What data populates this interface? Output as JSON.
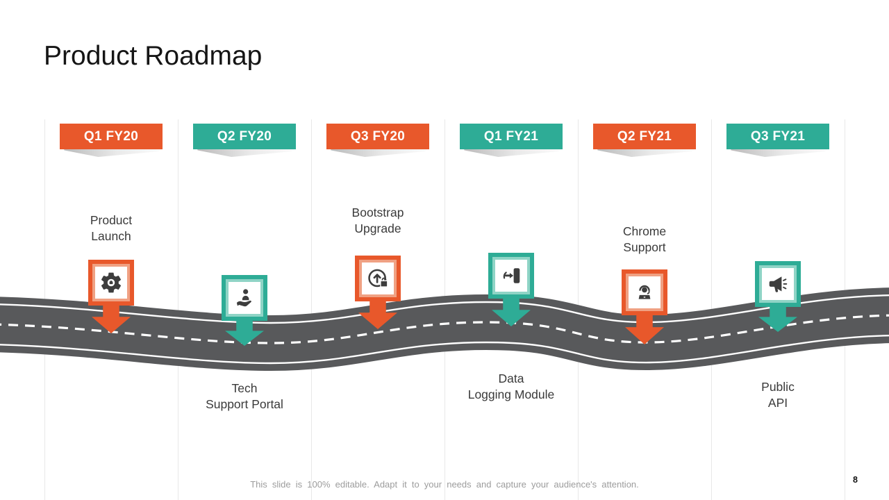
{
  "slide": {
    "title": "Product Roadmap",
    "footer": "This slide is 100% editable. Adapt it to your needs and capture your audience's attention.",
    "page_number": "8"
  },
  "colors": {
    "orange": "#E8582B",
    "orange_light": "#F0A183",
    "teal": "#2EAC96",
    "teal_light": "#8FD4C6",
    "road_gray": "#58595B",
    "road_markings": "#FFFFFF",
    "label_text": "#3A3A3A",
    "footer_text": "#9C9C9C"
  },
  "milestones": [
    {
      "quarter": "Q1 FY20",
      "theme": "orange",
      "label_line1": "Product",
      "label_line2": "Launch",
      "label_position": "above",
      "icon": "gear-icon"
    },
    {
      "quarter": "Q2 FY20",
      "theme": "teal",
      "label_line1": "Tech",
      "label_line2": "Support Portal",
      "label_position": "below",
      "icon": "support-hand-icon"
    },
    {
      "quarter": "Q3 FY20",
      "theme": "orange",
      "label_line1": "Bootstrap",
      "label_line2": "Upgrade",
      "label_position": "above",
      "icon": "upgrade-icon"
    },
    {
      "quarter": "Q1 FY21",
      "theme": "teal",
      "label_line1": "Data",
      "label_line2": "Logging Module",
      "label_position": "below",
      "icon": "sign-in-icon"
    },
    {
      "quarter": "Q2 FY21",
      "theme": "orange",
      "label_line1": "Chrome",
      "label_line2": "Support",
      "label_position": "above",
      "icon": "support-agent-icon"
    },
    {
      "quarter": "Q3 FY21",
      "theme": "teal",
      "label_line1": "Public",
      "label_line2": "API",
      "label_position": "below",
      "icon": "megaphone-icon"
    }
  ]
}
